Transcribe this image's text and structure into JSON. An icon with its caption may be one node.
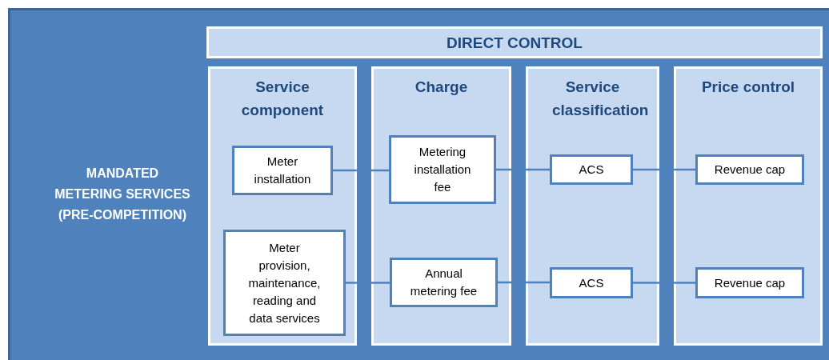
{
  "diagram": {
    "nodes": [
      {
        "text": [
          "MANDATED METERING SERVICES (PRE-COMPETITION)"
        ]
      },
      {
        "text": [
          "DIRECT CONTROL"
        ],
        "in": 0
      },
      {
        "text": [
          "Service component"
        ],
        "in": 0
      },
      {
        "text": [
          "Meter installation"
        ],
        "in": 2
      },
      {
        "text": [
          "Meter provision, maintenance, reading and data services"
        ],
        "in": 2
      },
      {
        "text": [
          "Charge"
        ],
        "in": 0
      },
      {
        "text": [
          "Metering installation fee"
        ],
        "in": 5
      },
      {
        "text": [
          "Annual metering fee"
        ],
        "in": 5
      },
      {
        "text": [
          "Service classification"
        ],
        "in": 0
      },
      {
        "text": [
          "ACS"
        ],
        "in": 8
      },
      {
        "text": [
          "ACS"
        ],
        "in": 8
      },
      {
        "text": [
          "Price control"
        ],
        "in": 0
      },
      {
        "text": [
          "Revenue cap"
        ],
        "in": 11
      },
      {
        "text": [
          "Revenue cap"
        ],
        "in": 11
      }
    ],
    "edges": [
      {
        "from": 3,
        "to": 6,
        "arrow": "none"
      },
      {
        "from": 6,
        "to": 9,
        "arrow": "none"
      },
      {
        "from": 9,
        "to": 12,
        "arrow": "none"
      },
      {
        "from": 4,
        "to": 7,
        "arrow": "none"
      },
      {
        "from": 7,
        "to": 10,
        "arrow": "none"
      },
      {
        "from": 10,
        "to": 13,
        "arrow": "none"
      }
    ]
  }
}
